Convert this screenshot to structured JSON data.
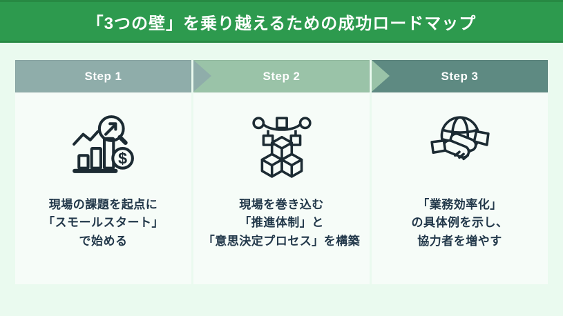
{
  "header": {
    "title": "「3つの壁」を乗り越えるための成功ロードマップ",
    "bg_color": "#2d9a4e",
    "edge_color": "#278943",
    "text_color": "#ffffff"
  },
  "page": {
    "bg_color": "#eafaef",
    "card_bg_color": "#f6fcf8",
    "text_color": "#22384a",
    "icon_color": "#1c2b33"
  },
  "steps": [
    {
      "label": "Step 1",
      "banner_color": "#8fadaa",
      "icon": "chart-growth-magnifier-dollar-icon",
      "lines": [
        "現場の課題を起点に",
        "「スモールスタート」",
        "で始める"
      ]
    },
    {
      "label": "Step 2",
      "banner_color": "#9ac3a8",
      "icon": "modular-cubes-structure-icon",
      "lines": [
        "現場を巻き込む",
        "「推進体制」と",
        "「意思決定プロセス」を構築"
      ]
    },
    {
      "label": "Step 3",
      "banner_color": "#5e8a82",
      "icon": "globe-handshake-icon",
      "lines": [
        "「業務効率化」",
        "の具体例を示し、",
        "協力者を増やす"
      ]
    }
  ]
}
